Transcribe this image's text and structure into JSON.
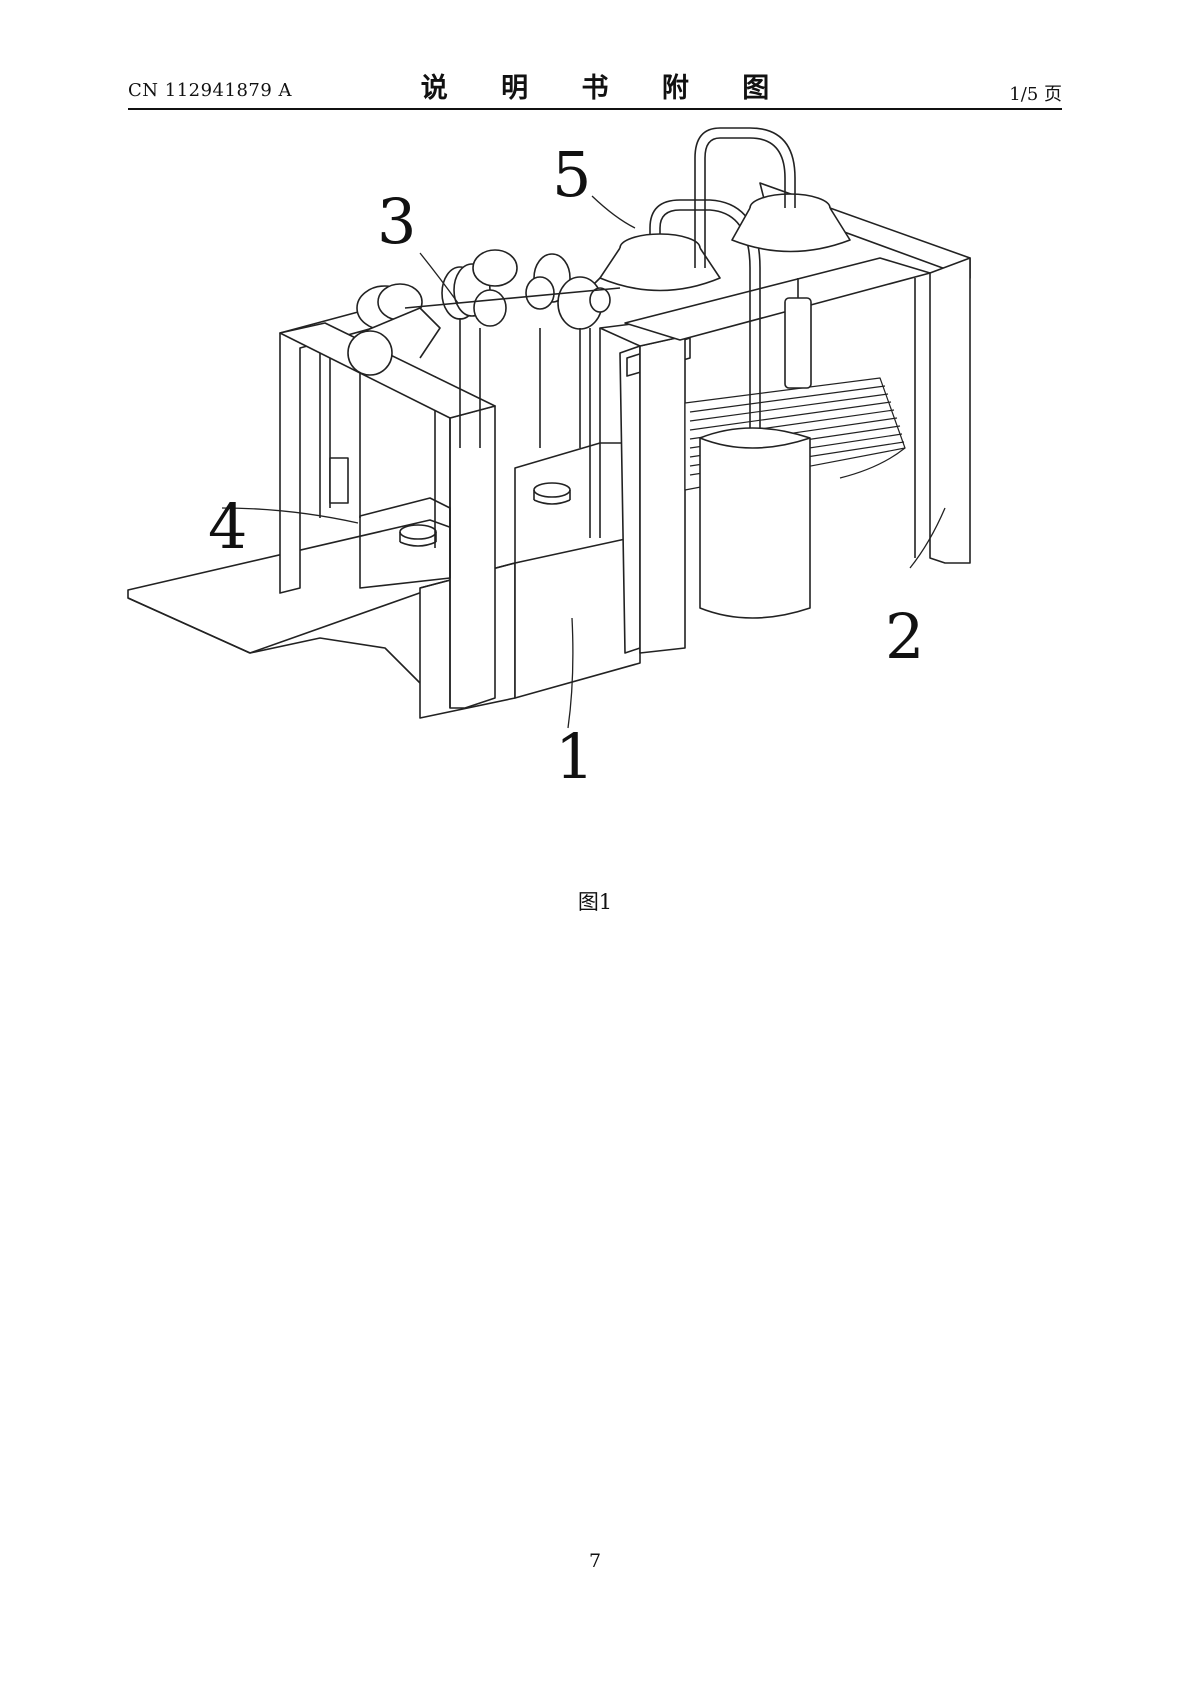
{
  "header": {
    "publication_number": "CN 112941879 A",
    "title": "说 明 书 附 图",
    "page_indicator": "1/5 页"
  },
  "figure": {
    "caption": "图1",
    "callouts": [
      "1",
      "2",
      "3",
      "4",
      "5"
    ]
  },
  "footer": {
    "page_number": "7"
  }
}
